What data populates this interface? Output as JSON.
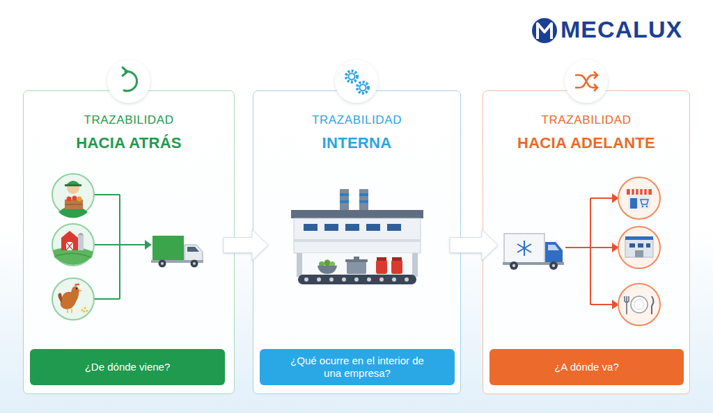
{
  "diagram": {
    "nodes": [
      {
        "text": [
          "TRAZABILIDAD",
          "HACIA ATRÁS"
        ]
      },
      {
        "text": [
          "¿De dónde viene?"
        ],
        "in": 0
      },
      {
        "text": [
          "TRAZABILIDAD",
          "INTERNA"
        ]
      },
      {
        "text": [
          "¿Qué ocurre en el interior de una empresa?"
        ],
        "in": 2
      },
      {
        "text": [
          "TRAZABILIDAD",
          "HACIA ADELANTE"
        ]
      },
      {
        "text": [
          "¿A dónde va?"
        ],
        "in": 4
      }
    ],
    "edges": [
      {
        "from": 0,
        "to": 2,
        "arrow": "to"
      },
      {
        "from": 2,
        "to": 4,
        "arrow": "to"
      }
    ],
    "labels": [
      "MECALUX"
    ]
  }
}
